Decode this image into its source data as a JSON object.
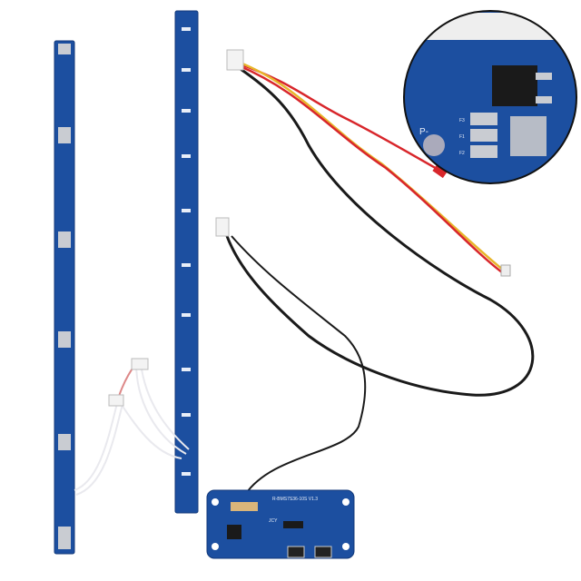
{
  "product": {
    "board_label": "R-BMS7S36-10S V1.3",
    "maker_mark": "JCY",
    "inset_labels": {
      "pad_negative": "P-",
      "fuse_1": "F1",
      "fuse_2": "F2",
      "fuse_3": "F3"
    }
  },
  "colors": {
    "pcb": "#1c4fa0",
    "pcb_dark": "#143a7a",
    "pad": "#c9ccd2",
    "cable_black": "#1a1a1a",
    "cable_red": "#d8262b",
    "cable_yellow": "#e8b52a"
  }
}
